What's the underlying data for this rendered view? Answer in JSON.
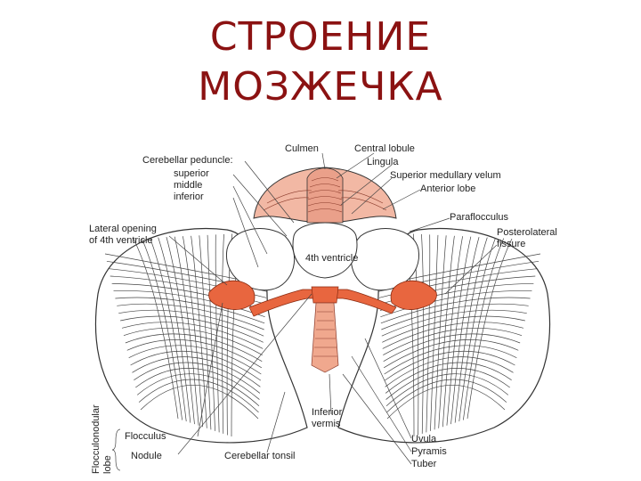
{
  "title": {
    "line1": "СТРОЕНИЕ",
    "line2": "МОЗЖЕЧКА"
  },
  "colors": {
    "title": "#8b1212",
    "highlight": "#e8663f",
    "highlight_light": "#f2b8a4",
    "outline": "#333333"
  },
  "labels": {
    "culmen": "Culmen",
    "central_lobule": "Central lobule",
    "lingula": "Lingula",
    "superior_medullary_velum": "Superior medullary velum",
    "anterior_lobe": "Anterior lobe",
    "cerebellar_peduncle": "Cerebellar peduncle:",
    "superior": "superior",
    "middle": "middle",
    "inferior": "inferior",
    "lateral_opening_1": "Lateral opening",
    "lateral_opening_2": "of 4th ventricle",
    "paraflocculus": "Paraflocculus",
    "posterolateral_1": "Posterolateral",
    "posterolateral_2": "fissure",
    "fourth_ventricle": "4th ventricle",
    "inferior_vermis_1": "Inferior",
    "inferior_vermis_2": "vermis",
    "flocculus": "Flocculus",
    "nodule": "Nodule",
    "cerebellar_tonsil": "Cerebellar tonsil",
    "uvula": "Uvula",
    "pyramis": "Pyramis",
    "tuber": "Tuber",
    "flocculonodular_1": "Flocculonodular",
    "flocculonodular_2": "lobe"
  }
}
